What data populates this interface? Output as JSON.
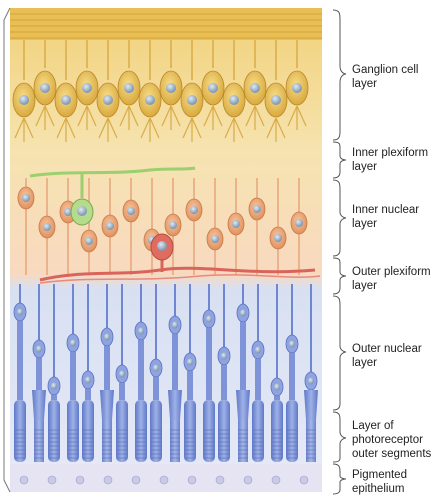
{
  "labels": {
    "ganglion": "Ganglion cell\nlayer",
    "inner_plexiform": "Inner plexiform\nlayer",
    "inner_nuclear": "Inner nuclear\nlayer",
    "outer_plexiform": "Outer plexiform\nlayer",
    "outer_nuclear": "Outer nuclear\nlayer",
    "photoreceptor": "Layer of\nphotoreceptor\nouter segments",
    "pigmented": "Pigmented\nepithelium"
  },
  "colors": {
    "ganglion_band": "#f3d98a",
    "ganglion_cell": "#e9c15a",
    "inner_band": "#f8dcc0",
    "inner_nuclear_cell": "#eea877",
    "outer_plexiform_line": "#d9645a",
    "horizontal_cell": "#e06b5f",
    "amacrine_cell": "#9ccf6e",
    "photoreceptor_band": "#c9d6f0",
    "photoreceptor_cell": "#7e93d8",
    "nucleus": "#9fb3c8",
    "pigment_band": "#e3e2f2"
  }
}
